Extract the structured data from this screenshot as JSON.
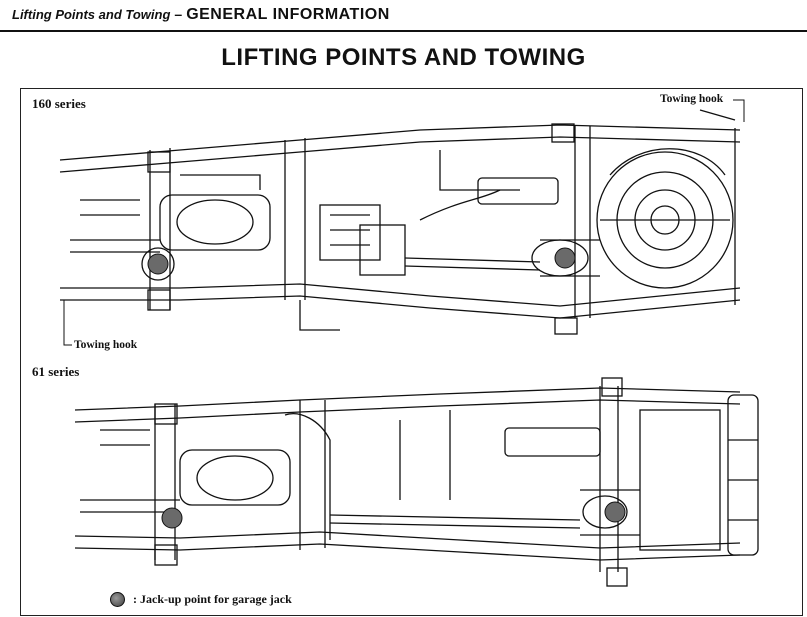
{
  "header": {
    "section": "Lifting Points and Towing",
    "dash": "–",
    "chapter": "GENERAL INFORMATION"
  },
  "page_title": "LIFTING POINTS AND TOWING",
  "figure": {
    "series_160": {
      "label": "160 series",
      "towing_hook_front": "Towing hook",
      "towing_hook_rear": "Towing hook"
    },
    "series_61": {
      "label": "61 series"
    },
    "legend": {
      "text": ": Jack-up point for garage jack"
    }
  }
}
